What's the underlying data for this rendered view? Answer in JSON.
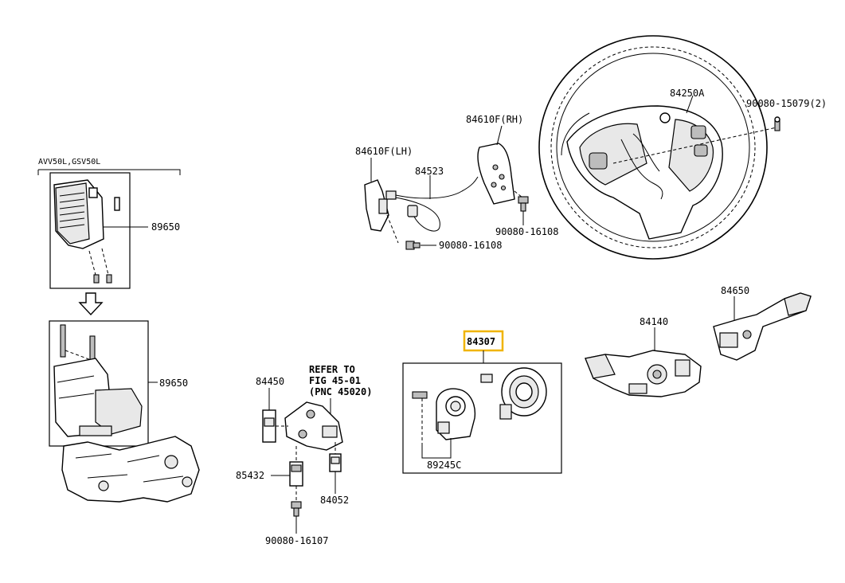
{
  "diagram": {
    "highlight_color": "#f0b400",
    "group_label": "AVV50L,GSV50L",
    "labels": {
      "steering_wheel": "84250A",
      "wheel_screw": "90080-15079(2)",
      "switch_rh": "84610F(RH)",
      "switch_lh": "84610F(LH)",
      "wire": "84523",
      "screw_rh": "90080-16108",
      "screw_lh": "90080-16108",
      "ecu_upper": "89650",
      "ecu_lower": "89650",
      "spiral_cable": "84307",
      "sensor": "89245C",
      "turn_switch": "84140",
      "wiper_switch": "84650",
      "lock_part": "84450",
      "refer_1": "REFER TO",
      "refer_2": "FIG 45-01",
      "refer_3": "(PNC 45020)",
      "connector": "85432",
      "cylinder": "84052",
      "bolt": "90080-16107"
    }
  }
}
